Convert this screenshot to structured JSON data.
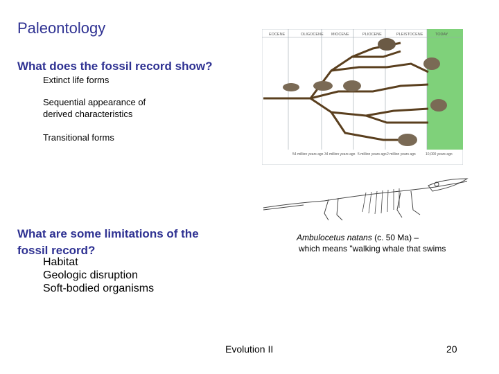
{
  "slide": {
    "title": "Paleontology",
    "question1": "What does the fossil record show?",
    "points": [
      "Extinct life forms",
      "Sequential appearance of",
      "derived characteristics",
      "Transitional forms"
    ],
    "question2_line1": "What are some limitations of the",
    "question2_line2": "fossil record?",
    "limitations": [
      "Habitat",
      "Geologic disruption",
      "Soft-bodied organisms"
    ],
    "caption_species": "Ambulocetus natans",
    "caption_date": " (c. 50 Ma) –",
    "caption_line2": "which means \"walking whale that swims",
    "footer": "Evolution II",
    "page_number": "20"
  },
  "diagram": {
    "epochs": [
      "EOCENE",
      "OLIGOCENE",
      "MIOCENE",
      "PLIOCENE",
      "PLEISTOCENE",
      "TODAY"
    ],
    "time_labels": [
      "54 million years ago",
      "34 million years ago",
      "5 million years ago",
      "2 million years ago",
      "10,000 years ago"
    ],
    "colors": {
      "today_band": "#7fd17a",
      "branch": "#5a3f1e",
      "grid": "#9aa4ae"
    }
  }
}
